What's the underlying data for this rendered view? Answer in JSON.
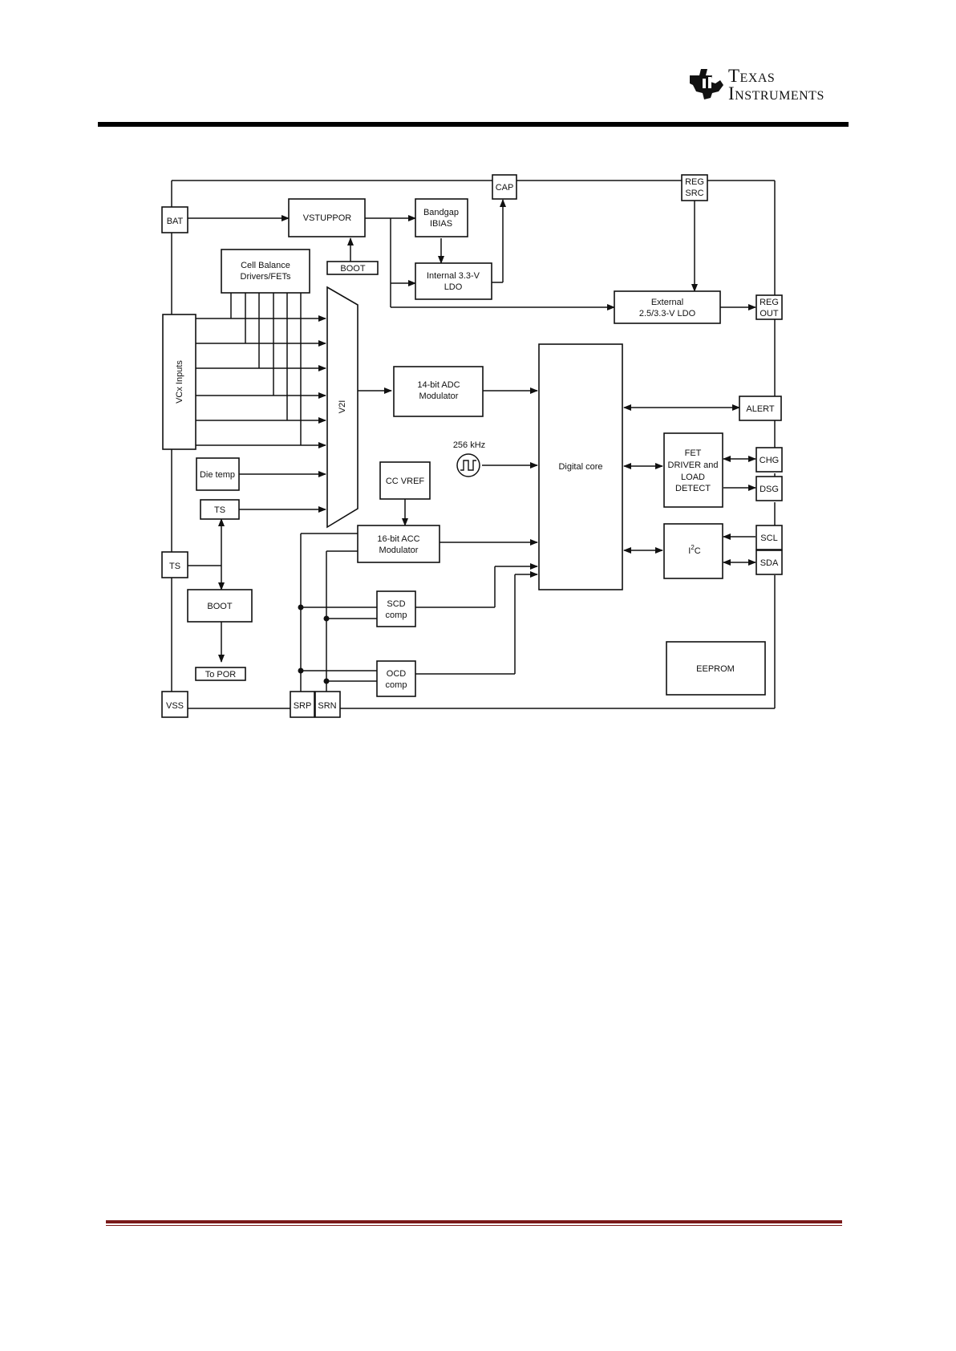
{
  "header": {
    "logo_line1": "Texas",
    "logo_line2": "Instruments",
    "logo_icon": "ti-logo-icon"
  },
  "diagram": {
    "pins": {
      "bat": "BAT",
      "cap": "CAP",
      "reg_src_1": "REG",
      "reg_src_2": "SRC",
      "reg_out_1": "REG",
      "reg_out_2": "OUT",
      "alert": "ALERT",
      "chg": "CHG",
      "dsg": "DSG",
      "scl": "SCL",
      "sda": "SDA",
      "ts": "TS",
      "vss": "VSS",
      "srp": "SRP",
      "srn": "SRN"
    },
    "blocks": {
      "vstuppor": "VSTUPPOR",
      "bandgap_1": "Bandgap",
      "bandgap_2": "IBIAS",
      "boot_small": "BOOT",
      "cell_balance_1": "Cell Balance",
      "cell_balance_2": "Drivers/FETs",
      "internal_ldo_1": "Internal 3.3-V",
      "internal_ldo_2": "LDO",
      "external_ldo_1": "External",
      "external_ldo_2": "2.5/3.3-V LDO",
      "vcx_inputs": "VCx Inputs",
      "v2i": "V2I",
      "adc_1": "14-bit ADC",
      "adc_2": "Modulator",
      "digital_core": "Digital core",
      "clock": "256 kHz",
      "fet_1": "FET",
      "fet_2": "DRIVER and",
      "fet_3": "LOAD",
      "fet_4": "DETECT",
      "i2c_main": "I",
      "i2c_sup": "2",
      "i2c_tail": "C",
      "die_temp": "Die temp",
      "ts_internal": "TS",
      "cc_vref": "CC VREF",
      "acc_1": "16-bit ACC",
      "acc_2": "Modulator",
      "boot": "BOOT",
      "to_por": "To POR",
      "scd_1": "SCD",
      "scd_2": "comp",
      "ocd_1": "OCD",
      "ocd_2": "comp",
      "eeprom": "EEPROM"
    }
  }
}
